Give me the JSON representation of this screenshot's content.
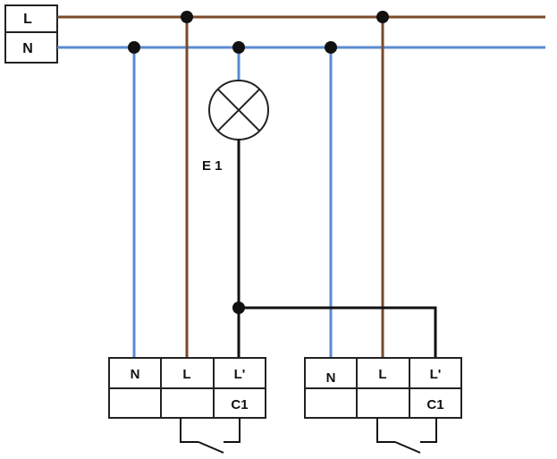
{
  "colors": {
    "live_wire": "#7a4a2a",
    "neutral_wire": "#5a8bd0",
    "switched_wire": "#111111"
  },
  "supply": {
    "line_label": "L",
    "neutral_label": "N"
  },
  "lamp": {
    "label": "E 1",
    "icon": "lamp-icon"
  },
  "switch_1": {
    "terminals": [
      "N",
      "L",
      "L'"
    ],
    "channel_label": "C1",
    "icon": "switch-contact-icon"
  },
  "switch_2": {
    "terminals": [
      "N",
      "L",
      "L'"
    ],
    "channel_label": "C1",
    "icon": "switch-contact-icon"
  }
}
